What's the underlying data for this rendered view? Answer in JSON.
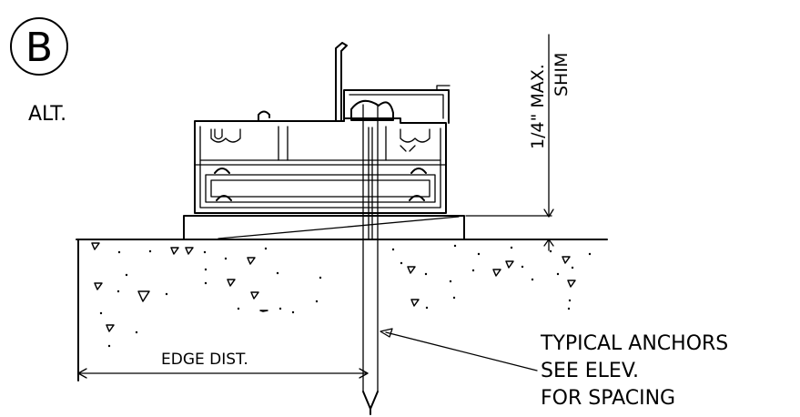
{
  "detail_marker": {
    "letter": "B",
    "sublabel": "ALT."
  },
  "dimension_shim": {
    "value": "1/4\" MAX.",
    "label": "SHIM"
  },
  "dimension_edge": {
    "label": "EDGE DIST."
  },
  "anchor_note": {
    "lines": [
      "TYPICAL ANCHORS",
      "SEE ELEV.",
      "FOR SPACING"
    ]
  }
}
